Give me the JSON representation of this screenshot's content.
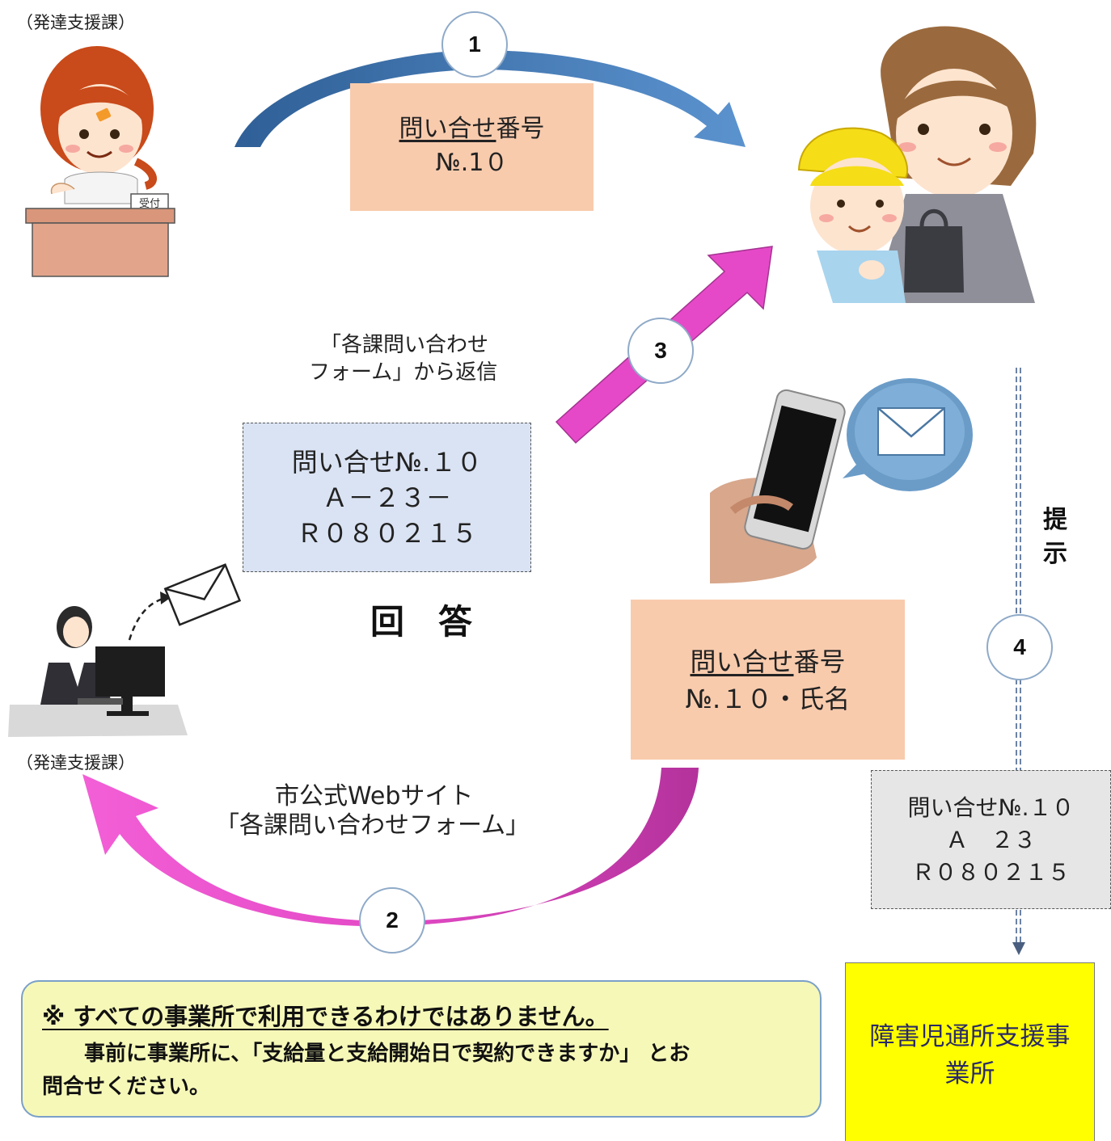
{
  "labels": {
    "dept_top": "（発達支援課）",
    "dept_bottom": "（発達支援課）",
    "reply_via_1": "「各課問い合わせ",
    "reply_via_2": "フォーム」から返信",
    "answer": "回　答",
    "present_1": "提",
    "present_2": "示",
    "website_1": "市公式Webサイト",
    "website_2": "「各課問い合わせフォーム」",
    "reception_sign": "受付"
  },
  "steps": [
    "1",
    "2",
    "3",
    "4"
  ],
  "boxes": {
    "inquiry_number_top": {
      "underlined": "問い合せ",
      "rest": "番号",
      "line2": "№.1０"
    },
    "reply_box": {
      "line1": "問い合せ№.１０",
      "line2": "Ａ－２３－",
      "line3": "Ｒ０８０２１５"
    },
    "inquiry_number_name": {
      "underlined": "問い合せ",
      "rest": "番号",
      "line2": "№.１０・氏名"
    },
    "present_box": {
      "line1": "問い合せ№.１０",
      "line2": "Ａ　２３",
      "line3": "Ｒ０８０２１５"
    },
    "office_box": {
      "line1": "障害児通所支援事",
      "line2": "業所"
    }
  },
  "note": {
    "title": "※ すべての事業所で利用できるわけではありません。",
    "body1": "　　事前に事業所に、「支給量と支給開始日で契約できますか」 とお",
    "body2": "問合せください。"
  },
  "colors": {
    "peach": "#f8cbad",
    "blue_box": "#dae3f3",
    "gray_box": "#e7e6e6",
    "yellow_box": "#ffff00",
    "note_bg": "#f6f8b8",
    "magenta_arrow": "#e649c8",
    "blue_arrow": "#4a7eb5"
  },
  "icons": [
    "receptionist-icon",
    "parent-child-icon",
    "smartphone-icon",
    "mail-bubble-icon",
    "office-worker-icon",
    "envelope-icon"
  ]
}
